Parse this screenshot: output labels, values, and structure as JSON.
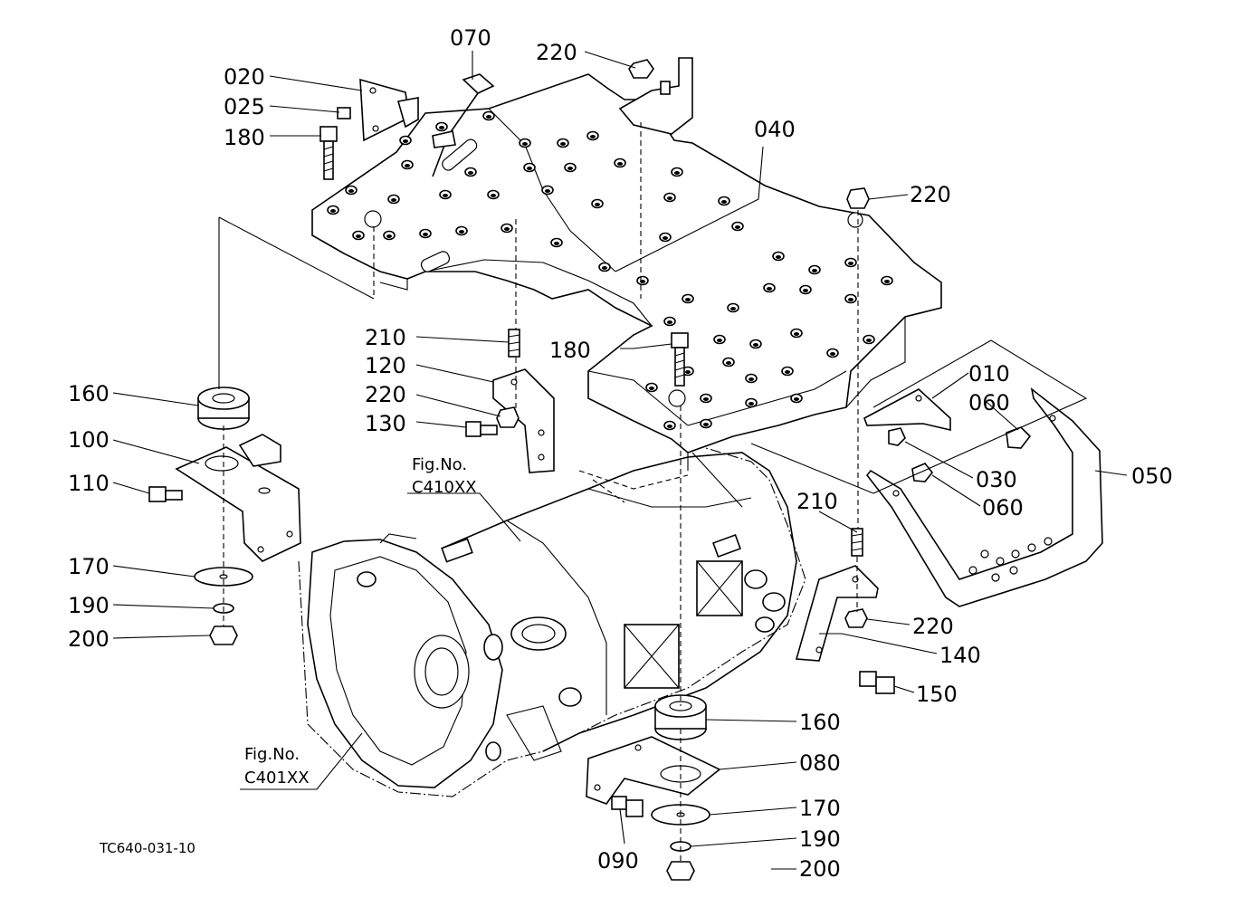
{
  "labels": {
    "p070": "070",
    "p220_top": "220",
    "p020": "020",
    "p025": "025",
    "p180_top": "180",
    "p040": "040",
    "p220_right": "220",
    "p210_mid": "210",
    "p180_mid": "180",
    "p120": "120",
    "p220_mid": "220",
    "p130": "130",
    "p160_left": "160",
    "p100": "100",
    "p110": "110",
    "p170_left": "170",
    "p190_left": "190",
    "p200_left": "200",
    "p010": "010",
    "p060_a": "060",
    "p030": "030",
    "p050": "050",
    "p060_b": "060",
    "p210_right": "210",
    "p220_low": "220",
    "p140": "140",
    "p150": "150",
    "p160_bottom": "160",
    "p080": "080",
    "p170_bottom": "170",
    "p190_bottom": "190",
    "p200_bottom": "200",
    "p090": "090"
  },
  "figure_refs": {
    "ref_upper_title": "Fig.No.",
    "ref_upper_code": "C410XX",
    "ref_lower_title": "Fig.No.",
    "ref_lower_code": "C401XX"
  },
  "diagram_code": "TC640-031-10"
}
